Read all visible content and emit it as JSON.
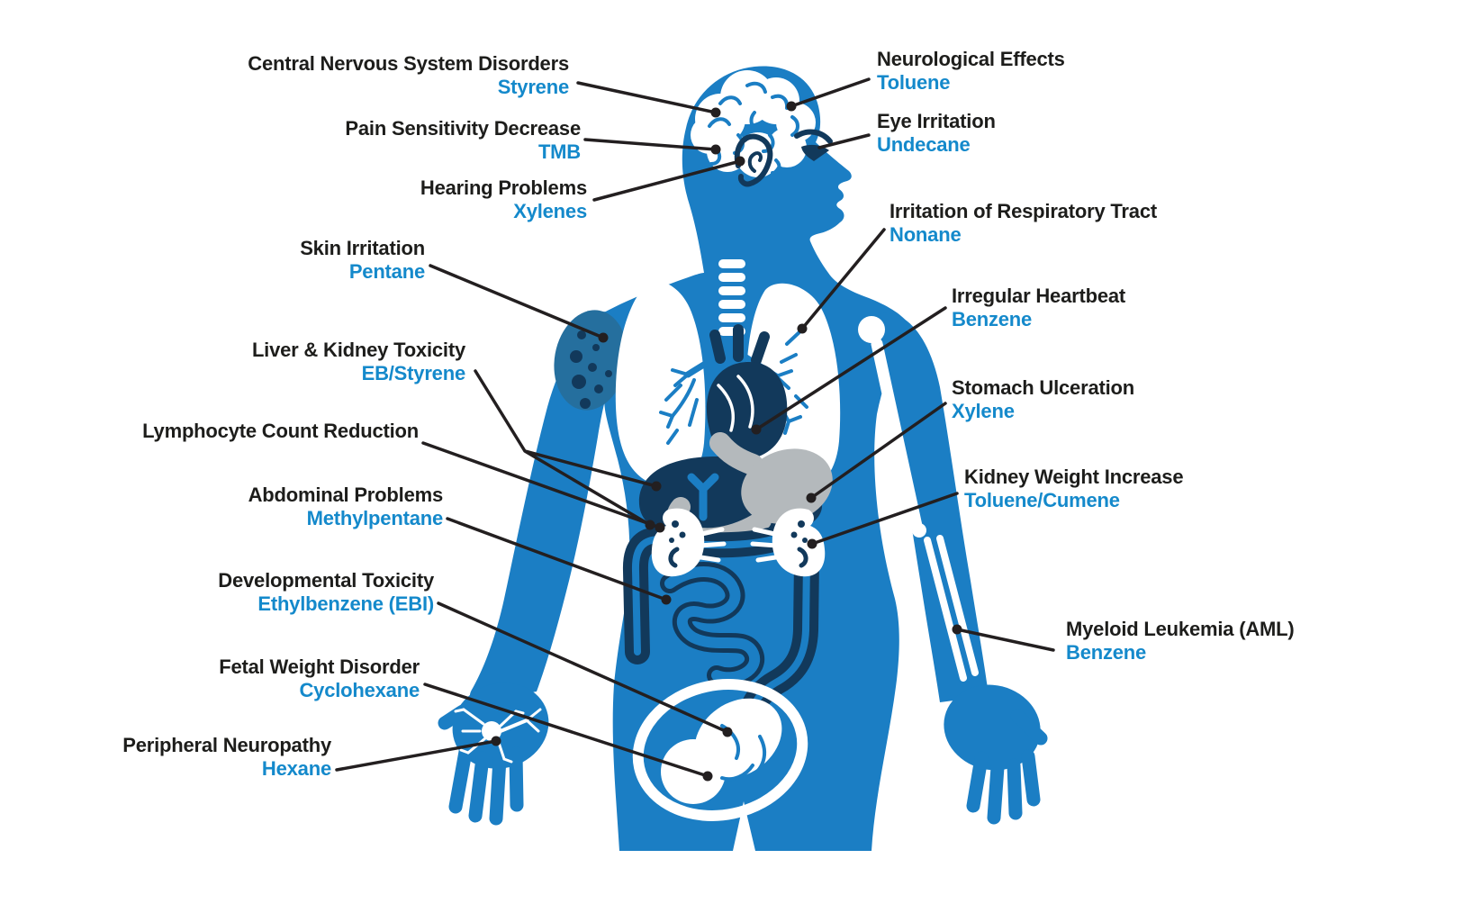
{
  "colors": {
    "body_blue": "#1b7ec4",
    "navy": "#12395b",
    "gray": "#b4b9bc",
    "patch": "#256f9e",
    "line": "#231f20",
    "label": "#1d1d1b",
    "chem": "#1489cb",
    "bg": "#ffffff"
  },
  "labels": {
    "left": [
      {
        "title": "Central Nervous System Disorders",
        "chemical": "Styrene"
      },
      {
        "title": "Pain Sensitivity Decrease",
        "chemical": "TMB"
      },
      {
        "title": "Hearing Problems",
        "chemical": "Xylenes"
      },
      {
        "title": "Skin Irritation",
        "chemical": "Pentane"
      },
      {
        "title": "Liver & Kidney Toxicity",
        "chemical": "EB/Styrene"
      },
      {
        "title": "Lymphocyte Count Reduction",
        "chemical": ""
      },
      {
        "title": "Abdominal Problems",
        "chemical": "Methylpentane"
      },
      {
        "title": "Developmental Toxicity",
        "chemical": "Ethylbenzene (EBI)"
      },
      {
        "title": "Fetal Weight Disorder",
        "chemical": "Cyclohexane"
      },
      {
        "title": "Peripheral Neuropathy",
        "chemical": "Hexane"
      }
    ],
    "right": [
      {
        "title": "Neurological Effects",
        "chemical": "Toluene"
      },
      {
        "title": "Eye Irritation",
        "chemical": "Undecane"
      },
      {
        "title": "Irritation of Respiratory Tract",
        "chemical": "Nonane"
      },
      {
        "title": "Irregular Heartbeat",
        "chemical": "Benzene"
      },
      {
        "title": "Stomach Ulceration",
        "chemical": "Xylene"
      },
      {
        "title": "Kidney Weight Increase",
        "chemical": "Toluene/Cumene"
      },
      {
        "title": "Myeloid Leukemia (AML)",
        "chemical": "Benzene"
      }
    ]
  },
  "body_parts": [
    "brain-icon",
    "ear-icon",
    "eye-icon",
    "trachea-icon",
    "lungs-icon",
    "heart-icon",
    "liver-icon",
    "stomach-icon",
    "kidneys-icon",
    "intestines-icon",
    "fetus-icon",
    "arm-bones-icon",
    "neuron-icon",
    "skin-patch-icon"
  ]
}
